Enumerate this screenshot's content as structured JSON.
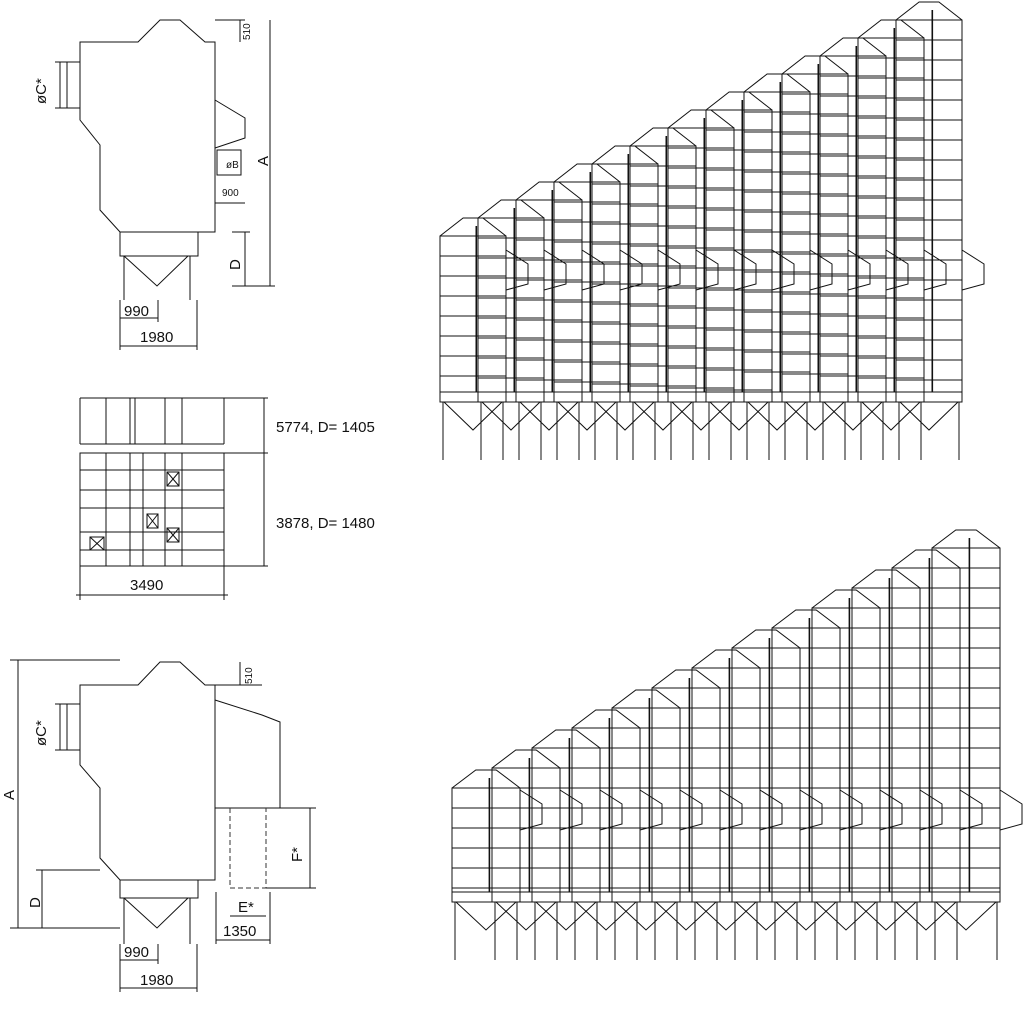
{
  "labels": {
    "dim_a": "A",
    "dim_d": "D",
    "dim_oc": "øC*",
    "dim_ob": "øB",
    "dim_e": "E*",
    "dim_f": "F*",
    "v510": "510",
    "v900": "900",
    "v990": "990",
    "v1980": "1980",
    "v3490": "3490",
    "v1350": "1350"
  },
  "plan": {
    "upper_note": "5774, D= 1405",
    "lower_note": "3878, D= 1480"
  },
  "series": {
    "upper_count": 13,
    "lower_count": 13
  }
}
